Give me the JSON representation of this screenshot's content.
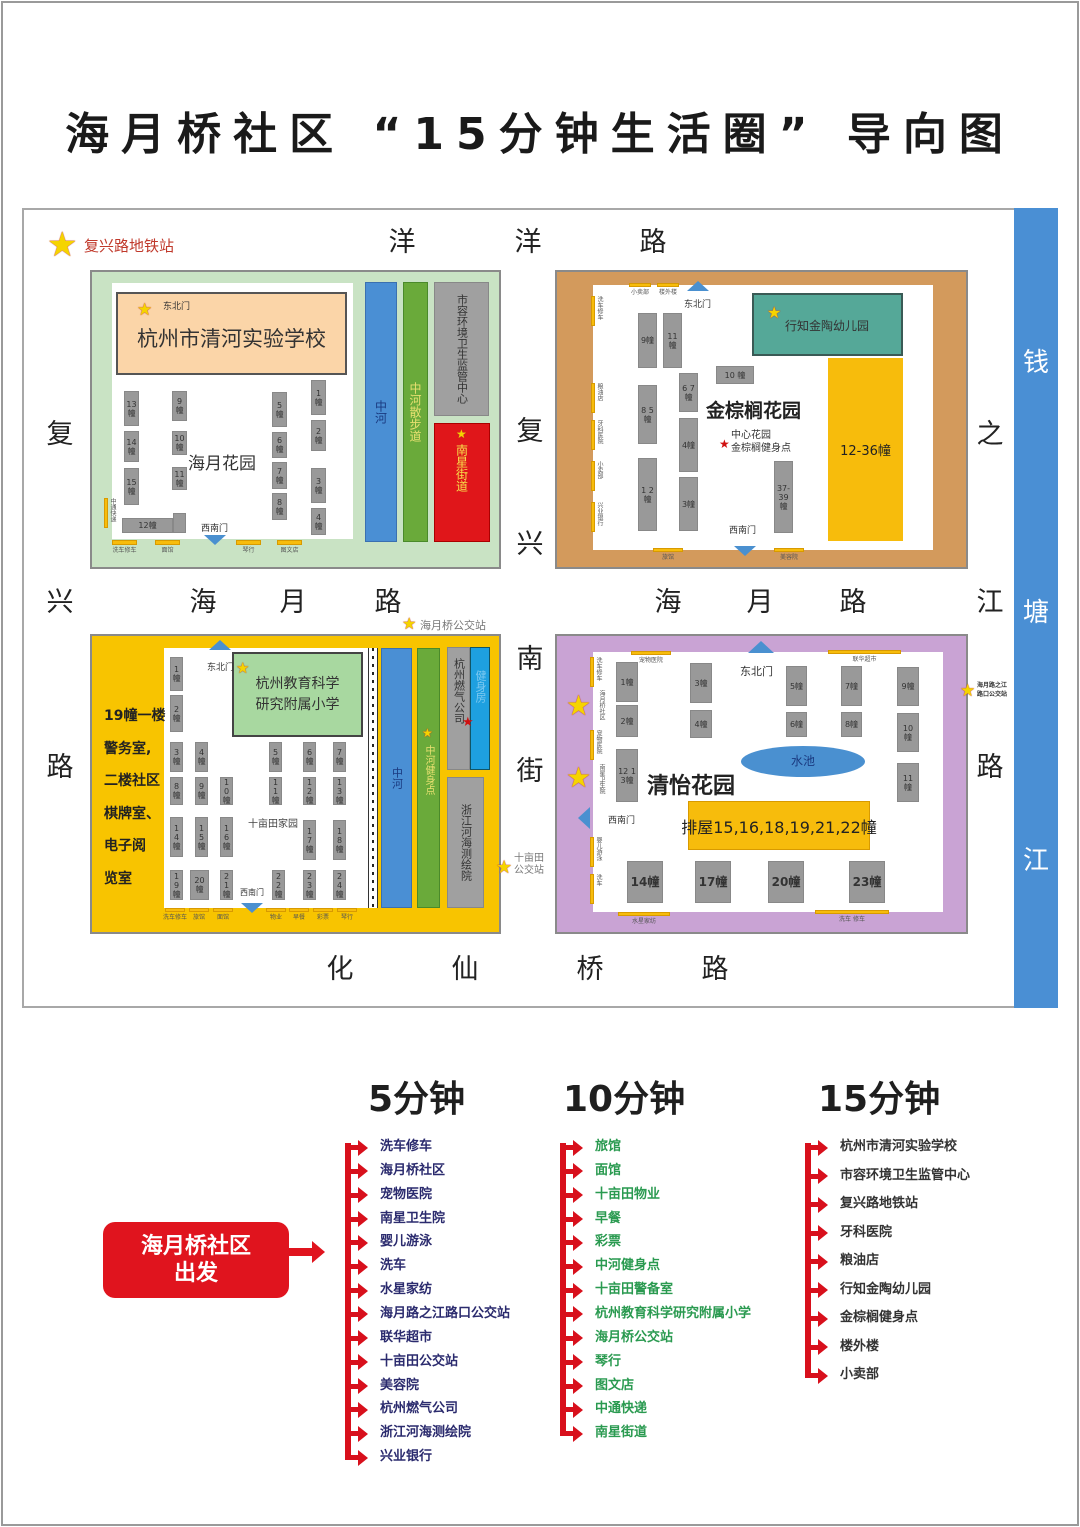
{
  "title": "海月桥社区 “15分钟生活圈” 导向图",
  "colors": {
    "river": "#4a8fd4",
    "tl_bg": "#c9e3c4",
    "tr_bg": "#d39a5c",
    "bl_bg": "#f8c400",
    "br_bg": "#c9a3d4",
    "accent_red": "#e0141e",
    "list5": "#2b2b6e",
    "list10": "#2a9a50",
    "list15": "#333333"
  },
  "map": {
    "roads": {
      "north": [
        "洋",
        "洋",
        "路"
      ],
      "west": [
        "复",
        "兴",
        "路"
      ],
      "center_v": [
        "复",
        "兴",
        "南",
        "街"
      ],
      "east": [
        "之",
        "江",
        "路"
      ],
      "center_h_left": [
        "海",
        "月",
        "路"
      ],
      "center_h_right": [
        "海",
        "月",
        "路"
      ],
      "south": [
        "化",
        "仙",
        "桥",
        "路"
      ]
    },
    "river": [
      "钱",
      "塘",
      "江"
    ],
    "landmarks": {
      "metro": "复兴路地铁站",
      "bus_haiyueqiao": "海月桥公交站",
      "bus_shimutian": "十亩田公交站",
      "bus_zhijiang": "海月路之江路口公交站"
    },
    "tl": {
      "school": "杭州市清河实验学校",
      "gate_ne": "东北门",
      "gate_sw": "西南门",
      "estate": "海月花园",
      "river": "中河",
      "walkway": "中河散步道",
      "sanitation": "市容环境卫生监管中心",
      "subdistrict": "南星街道",
      "buildings": [
        "13幢",
        "14幢",
        "15幢",
        "9幢",
        "10幢",
        "11幢",
        "5幢",
        "6幢",
        "7幢",
        "8幢",
        "1幢",
        "2幢",
        "3幢",
        "4幢",
        "12幢"
      ],
      "shops": [
        "洗车修车",
        "面馆",
        "琴行",
        "图文店",
        "中通快递"
      ]
    },
    "tr": {
      "kindergarten": "行知金陶幼儿园",
      "estate": "金棕榈花园",
      "garden": "中心花园",
      "fitness": "金棕榈健身点",
      "block": "12-36幢",
      "gate_ne": "东北门",
      "gate_sw": "西南门",
      "buildings": [
        "9幢",
        "11幢",
        "8 5幢",
        "6 7幢",
        "4幢",
        "3幢",
        "1 2幢",
        "10 幢",
        "37-39幢"
      ],
      "shops": [
        "小卖部",
        "楼外楼",
        "洗车修车",
        "粮油店",
        "牙科医院",
        "小卖部",
        "兴业银行",
        "旅馆",
        "美容院"
      ]
    },
    "bl": {
      "school": "杭州教育科学研究附属小学",
      "school_lines": [
        "杭州教育科学",
        "研究附属小学"
      ],
      "estate": "十亩田家园",
      "gate_ne": "东北门",
      "gate_sw": "西南门",
      "note_lines": [
        "19幢一楼",
        "警务室,",
        "二楼社区",
        "棋牌室、",
        "电子阅",
        "览室"
      ],
      "river": "中河",
      "fitness": "中河健身点",
      "gas": "杭州燃气公司",
      "gym": "健身房",
      "survey": "浙江河海测绘院",
      "buildings": [
        "1幢",
        "2幢",
        "3幢",
        "4幢",
        "5幢",
        "6幢",
        "7幢",
        "8幢",
        "9幢",
        "10幢",
        "11幢",
        "12幢",
        "13幢",
        "14幢",
        "15幢",
        "16幢",
        "17幢",
        "18幢",
        "19幢",
        "20幢",
        "21幢",
        "22幢",
        "23幢",
        "24幢"
      ],
      "shops": [
        "洗车修车",
        "旅馆",
        "面馆",
        "物业",
        "早餐",
        "彩票",
        "琴行"
      ]
    },
    "br": {
      "estate": "清怡花园",
      "pool": "水池",
      "rowhouses": "排屋15,16,18,19,21,22幢",
      "gate_ne": "东北门",
      "gate_sw": "西南门",
      "community": "海月桥社区",
      "clinic": "南星卫生院",
      "buildings": [
        "1幢",
        "2幢",
        "12 13幢",
        "3幢",
        "4幢",
        "5幢",
        "6幢",
        "7幢",
        "8幢",
        "9幢",
        "10幢",
        "11幢",
        "14幢",
        "17幢",
        "20幢",
        "23幢"
      ],
      "shops": [
        "宠物医院",
        "联华超市",
        "洗车修车",
        "宠物医院",
        "婴儿游泳",
        "洗车",
        "水星家纺",
        "洗车 修车"
      ]
    }
  },
  "legend": {
    "start_lines": [
      "海月桥社区",
      "出发"
    ],
    "columns": [
      {
        "header": "5分钟",
        "items": [
          "洗车修车",
          "海月桥社区",
          "宠物医院",
          "南星卫生院",
          "婴儿游泳",
          "洗车",
          "水星家纺",
          "海月路之江路口公交站",
          "联华超市",
          "十亩田公交站",
          "美容院",
          "杭州燃气公司",
          "浙江河海测绘院",
          "兴业银行"
        ]
      },
      {
        "header": "10分钟",
        "items": [
          "旅馆",
          "面馆",
          "十亩田物业",
          "早餐",
          "彩票",
          "中河健身点",
          "十亩田警备室",
          "杭州教育科学研究附属小学",
          "海月桥公交站",
          "琴行",
          "图文店",
          "中通快递",
          "南星街道"
        ]
      },
      {
        "header": "15分钟",
        "items": [
          "杭州市清河实验学校",
          "市容环境卫生监管中心",
          "复兴路地铁站",
          "牙科医院",
          "粮油店",
          "行知金陶幼儿园",
          "金棕榈健身点",
          "楼外楼",
          "小卖部"
        ]
      }
    ]
  }
}
